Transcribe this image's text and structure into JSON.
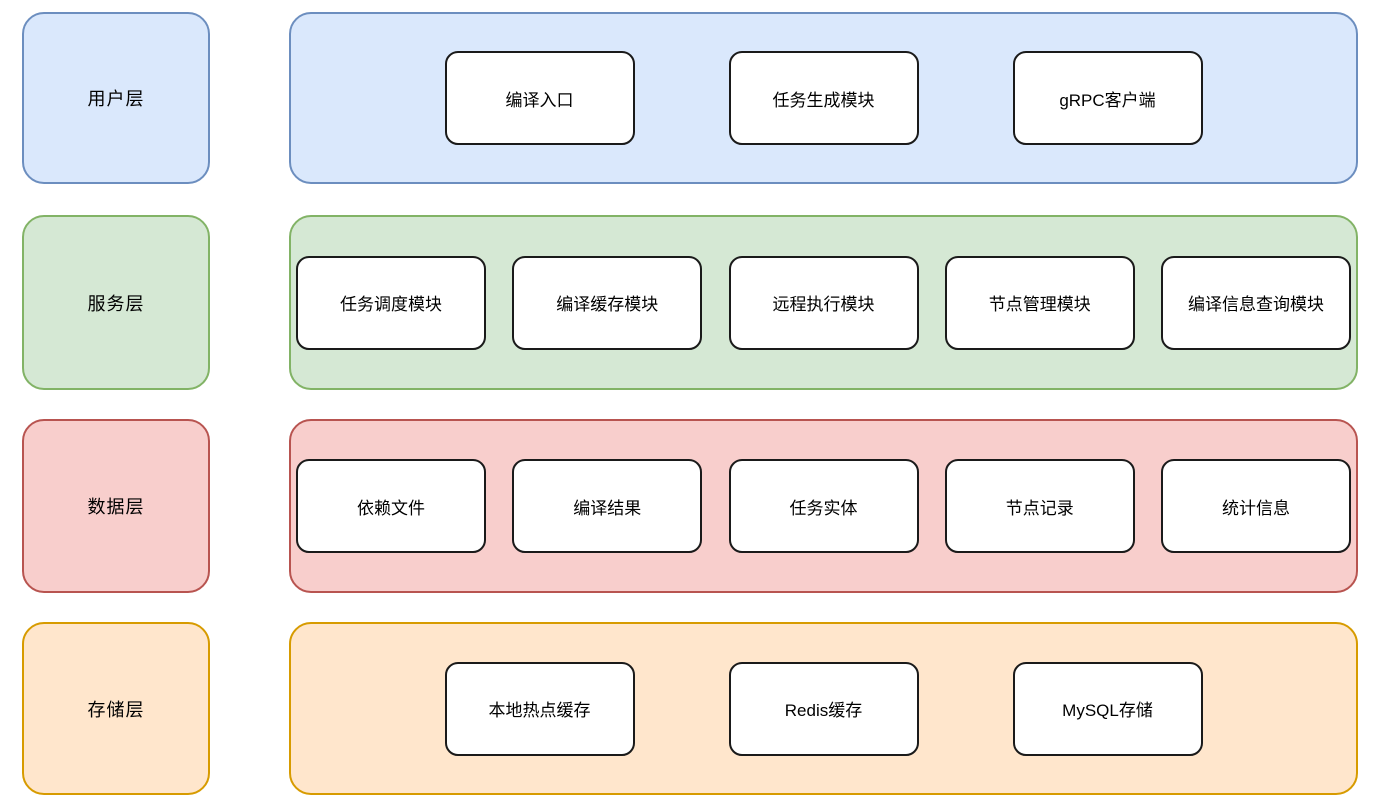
{
  "palette": {
    "user_layer_fill": "#dae8fc",
    "user_layer_stroke": "#6c8ebf",
    "service_layer_fill": "#d5e8d4",
    "service_layer_stroke": "#82b366",
    "data_layer_fill": "#f8cecc",
    "data_layer_stroke": "#b85450",
    "storage_layer_fill": "#ffe6cc",
    "storage_layer_stroke": "#d79b00",
    "node_fill": "#ffffff",
    "node_stroke": "#1a1a1a"
  },
  "layers": [
    {
      "label": "用户层",
      "items": [
        "编译入口",
        "任务生成模块",
        "gRPC客户端"
      ]
    },
    {
      "label": "服务层",
      "items": [
        "任务调度模块",
        "编译缓存模块",
        "远程执行模块",
        "节点管理模块",
        "编译信息查询模块"
      ]
    },
    {
      "label": "数据层",
      "items": [
        "依赖文件",
        "编译结果",
        "任务实体",
        "节点记录",
        "统计信息"
      ]
    },
    {
      "label": "存储层",
      "items": [
        "本地热点缓存",
        "Redis缓存",
        "MySQL存储"
      ]
    }
  ]
}
